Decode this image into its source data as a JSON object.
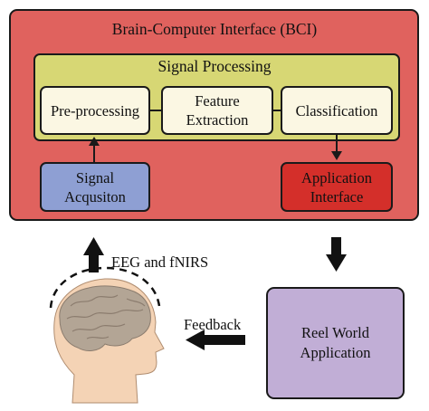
{
  "bci": {
    "title": "Brain-Computer Interface (BCI)"
  },
  "signal_processing": {
    "title": "Signal Processing",
    "steps": [
      {
        "line1": "Pre-processing",
        "line2": ""
      },
      {
        "line1": "Feature",
        "line2": "Extraction"
      },
      {
        "line1": "Classification",
        "line2": ""
      }
    ]
  },
  "signal_acquisition": {
    "line1": "Signal",
    "line2": "Acqusiton"
  },
  "application_interface": {
    "line1": "Application",
    "line2": "Interface"
  },
  "real_world": {
    "line1": "Reel World",
    "line2": "Application"
  },
  "labels": {
    "eeg": "EEG and fNIRS",
    "feedback": "Feedback"
  },
  "colors": {
    "bci_fill": "#e0625e",
    "signal_processing_fill": "#d7d774",
    "step_fill": "#fbf7e3",
    "acquisition_fill": "#8e9fd3",
    "application_fill": "#d42f2a",
    "real_world_fill": "#c1aed6",
    "head_fill": "#f4d3b5",
    "brain_fill": "#b3a595"
  }
}
